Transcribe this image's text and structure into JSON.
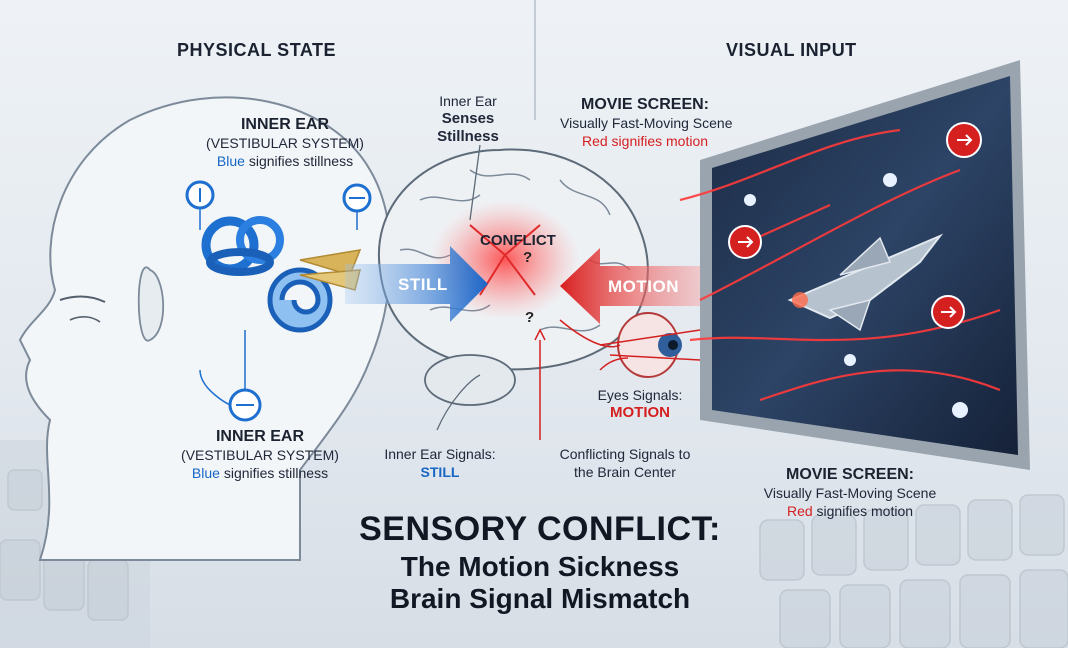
{
  "headers": {
    "physical_state": "PHYSICAL STATE",
    "visual_input": "VISUAL INPUT"
  },
  "inner_ear_top": {
    "title": "INNER EAR",
    "subtitle": "(VESTIBULAR SYSTEM)",
    "blue_word": "Blue",
    "rest": " signifies stillness"
  },
  "inner_ear_bottom": {
    "title": "INNER EAR",
    "subtitle": "(VESTIBULAR SYSTEM)",
    "blue_word": "Blue",
    "rest": " signifies stillness"
  },
  "inner_ear_senses": {
    "line1": "Inner Ear",
    "line2": "Senses",
    "line3": "Stillness"
  },
  "movie_screen_top": {
    "title": "MOVIE SCREEN:",
    "line2": "Visually Fast-Moving Scene",
    "line3": "Red signifies motion"
  },
  "movie_screen_bottom": {
    "title": "MOVIE SCREEN:",
    "line2": "Visually Fast-Moving Scene",
    "red_word": "Red",
    "rest": " signifies motion"
  },
  "arrows": {
    "still": "STILL",
    "motion": "MOTION"
  },
  "brain": {
    "conflict": "CONFLICT"
  },
  "eyes_signals": {
    "line1": "Eyes Signals:",
    "line2": "MOTION"
  },
  "inner_ear_signals": {
    "line1": "Inner Ear Signals:",
    "line2": "STILL"
  },
  "conflicting": {
    "line1": "Conflicting Signals to",
    "line2": "the Brain Center"
  },
  "title": {
    "line1": "SENSORY CONFLICT:",
    "line2": "The Motion Sickness",
    "line3": "Brain Signal Mismatch"
  },
  "colors": {
    "stillness_blue": "#1666c5",
    "motion_red": "#d52020",
    "background": "#e6ebf0"
  }
}
